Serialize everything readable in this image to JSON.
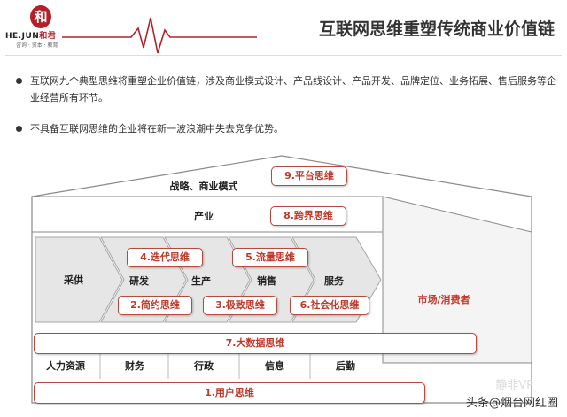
{
  "header": {
    "logo_char": "和",
    "logo_text": "HE.JUN",
    "logo_text_accent": "和君",
    "logo_sub": "咨询 · 资本 · 教育",
    "title": "互联网思维重塑传统商业价值链"
  },
  "bullets": [
    "互联网九个典型思维将重塑企业价值链，涉及商业模式设计、产品线设计、产品开发、品牌定位、业务拓展、售后服务等企业经营所有环节。",
    "不具备互联网思维的企业将在新一波浪潮中失去竞争优势。"
  ],
  "diagram": {
    "strategy_label": "战略、商业模式",
    "industry_label": "产业",
    "chain_labels": [
      "采供",
      "研发",
      "生产",
      "销售",
      "服务"
    ],
    "market_label": "市场/消费者",
    "support_labels": [
      "人力资源",
      "财务",
      "行政",
      "信息",
      "后勤"
    ],
    "thinking": {
      "t1": "1.用户思维",
      "t2": "2.简约思维",
      "t3": "3.极致思维",
      "t4": "4.迭代思维",
      "t5": "5.流量思维",
      "t6": "6.社会化思维",
      "t7": "7.大数据思维",
      "t8": "8.跨界思维",
      "t9": "9.平台思维"
    },
    "colors": {
      "outline": "#8a8a8a",
      "arrow_fill": "#e6e6e6",
      "box_border": "#b7493f",
      "box_text": "#c0392b"
    }
  },
  "watermark": {
    "text": "头条@烟台网红圈",
    "ghost": "静非VP"
  }
}
